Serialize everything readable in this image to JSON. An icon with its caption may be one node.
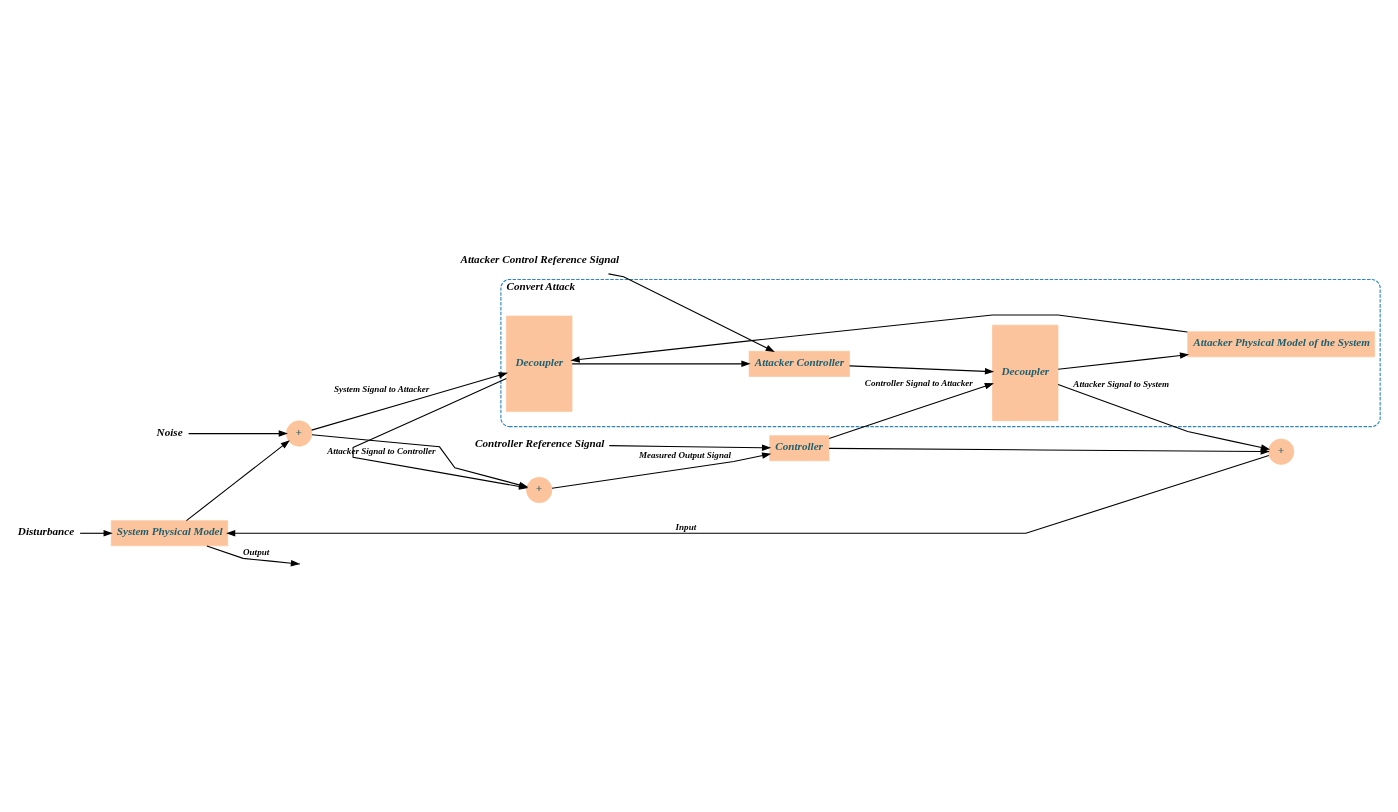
{
  "diagram": {
    "nodes": [
      {
        "text": [
          "System Physical Model"
        ]
      },
      {
        "text": [
          "+"
        ]
      },
      {
        "text": [
          "+"
        ]
      },
      {
        "text": [
          "Convert Attack"
        ]
      },
      {
        "text": [
          "Decoupler"
        ],
        "in": 3
      },
      {
        "text": [
          "Attacker Physical Model of the System"
        ],
        "in": 3
      },
      {
        "text": [
          "Attacker Controller"
        ],
        "in": 3
      },
      {
        "text": [
          "Decoupler"
        ],
        "in": 3
      },
      {
        "text": [
          "+"
        ]
      },
      {
        "text": [
          "Controller"
        ]
      },
      {
        "text": [
          "Disturbance"
        ]
      },
      {
        "text": [
          "Noise"
        ]
      },
      {
        "text": [
          "Attacker Control Reference Signal"
        ]
      },
      {
        "text": [
          "Controller Reference Signal"
        ]
      }
    ],
    "edges": [
      {
        "from": 10,
        "to": 0,
        "arrow": "to"
      },
      {
        "from": 0,
        "to": null,
        "arrow": "to",
        "label": "Output"
      },
      {
        "from": 0,
        "to": 1,
        "arrow": "to"
      },
      {
        "from": 11,
        "to": 1,
        "arrow": "to"
      },
      {
        "from": 1,
        "to": 4,
        "arrow": "to",
        "label": "System Signal to Attacker"
      },
      {
        "from": 1,
        "to": 2,
        "arrow": "to"
      },
      {
        "from": 4,
        "to": 2,
        "arrow": "to",
        "label": "Attacker Signal to Controller"
      },
      {
        "from": 5,
        "to": 4,
        "arrow": "to"
      },
      {
        "from": 4,
        "to": 6,
        "arrow": "to"
      },
      {
        "from": 12,
        "to": 6,
        "arrow": "to"
      },
      {
        "from": 6,
        "to": 7,
        "arrow": "to"
      },
      {
        "from": 7,
        "to": 5,
        "arrow": "to"
      },
      {
        "from": 7,
        "to": 8,
        "arrow": "to",
        "label": "Attacker Signal to System"
      },
      {
        "from": 8,
        "to": 0,
        "arrow": "to",
        "label": "Input"
      },
      {
        "from": 9,
        "to": 8,
        "arrow": "to"
      },
      {
        "from": 9,
        "to": 7,
        "arrow": "to",
        "label": "Controller Signal to Attacker"
      },
      {
        "from": 2,
        "to": 9,
        "arrow": "to",
        "label": "Measured Output Signal"
      },
      {
        "from": 13,
        "to": 9,
        "arrow": "to"
      }
    ]
  }
}
